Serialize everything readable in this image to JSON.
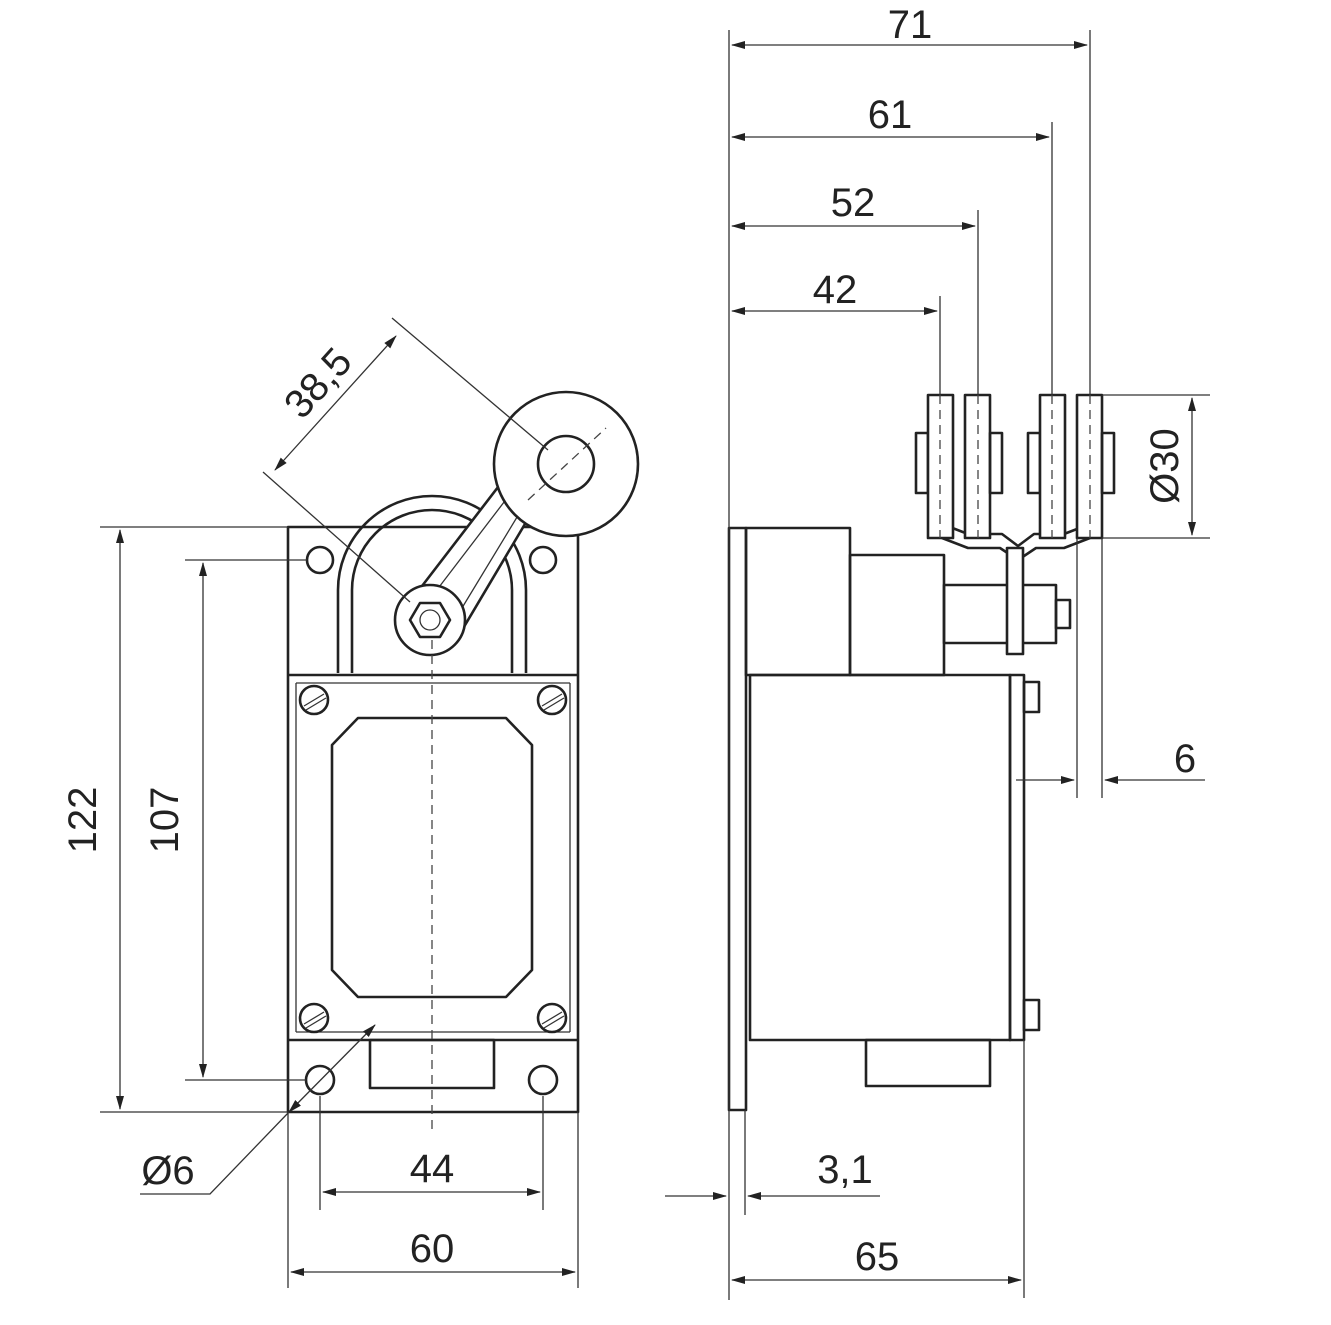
{
  "dimensions": {
    "overall_height": "122",
    "hole_spacing_vertical": "107",
    "lever_length": "38,5",
    "hole_diameter": "Ø6",
    "hole_spacing_horizontal": "44",
    "front_width": "60",
    "side_71": "71",
    "side_61": "61",
    "side_52": "52",
    "side_42": "42",
    "roller_diameter": "Ø30",
    "roller_width": "6",
    "plate_thickness": "3,1",
    "body_depth": "65"
  }
}
